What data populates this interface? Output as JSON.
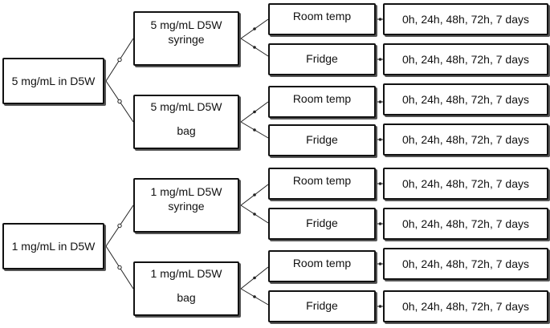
{
  "roots": [
    {
      "label": "5 mg/mL in D5W",
      "containers": [
        {
          "line1": "5 mg/mL D5W",
          "line2": "syringe",
          "conditions": [
            {
              "label": "Room temp",
              "times": "0h, 24h, 48h, 72h, 7 days"
            },
            {
              "label": "Fridge",
              "times": "0h, 24h, 48h, 72h, 7 days"
            }
          ]
        },
        {
          "line1": "5 mg/mL D5W",
          "line2": "bag",
          "conditions": [
            {
              "label": "Room temp",
              "times": "0h, 24h, 48h, 72h, 7 days"
            },
            {
              "label": "Fridge",
              "times": "0h, 24h, 48h, 72h, 7 days"
            }
          ]
        }
      ]
    },
    {
      "label": "1 mg/mL in D5W",
      "containers": [
        {
          "line1": "1 mg/mL D5W",
          "line2": "syringe",
          "conditions": [
            {
              "label": "Room temp",
              "times": "0h, 24h, 48h, 72h, 7 days"
            },
            {
              "label": "Fridge",
              "times": "0h, 24h, 48h, 72h, 7 days"
            }
          ]
        },
        {
          "line1": "1 mg/mL D5W",
          "line2": "bag",
          "conditions": [
            {
              "label": "Room temp",
              "times": "0h, 24h, 48h, 72h, 7 days"
            },
            {
              "label": "Fridge",
              "times": "0h, 24h, 48h, 72h, 7 days"
            }
          ]
        }
      ]
    }
  ]
}
